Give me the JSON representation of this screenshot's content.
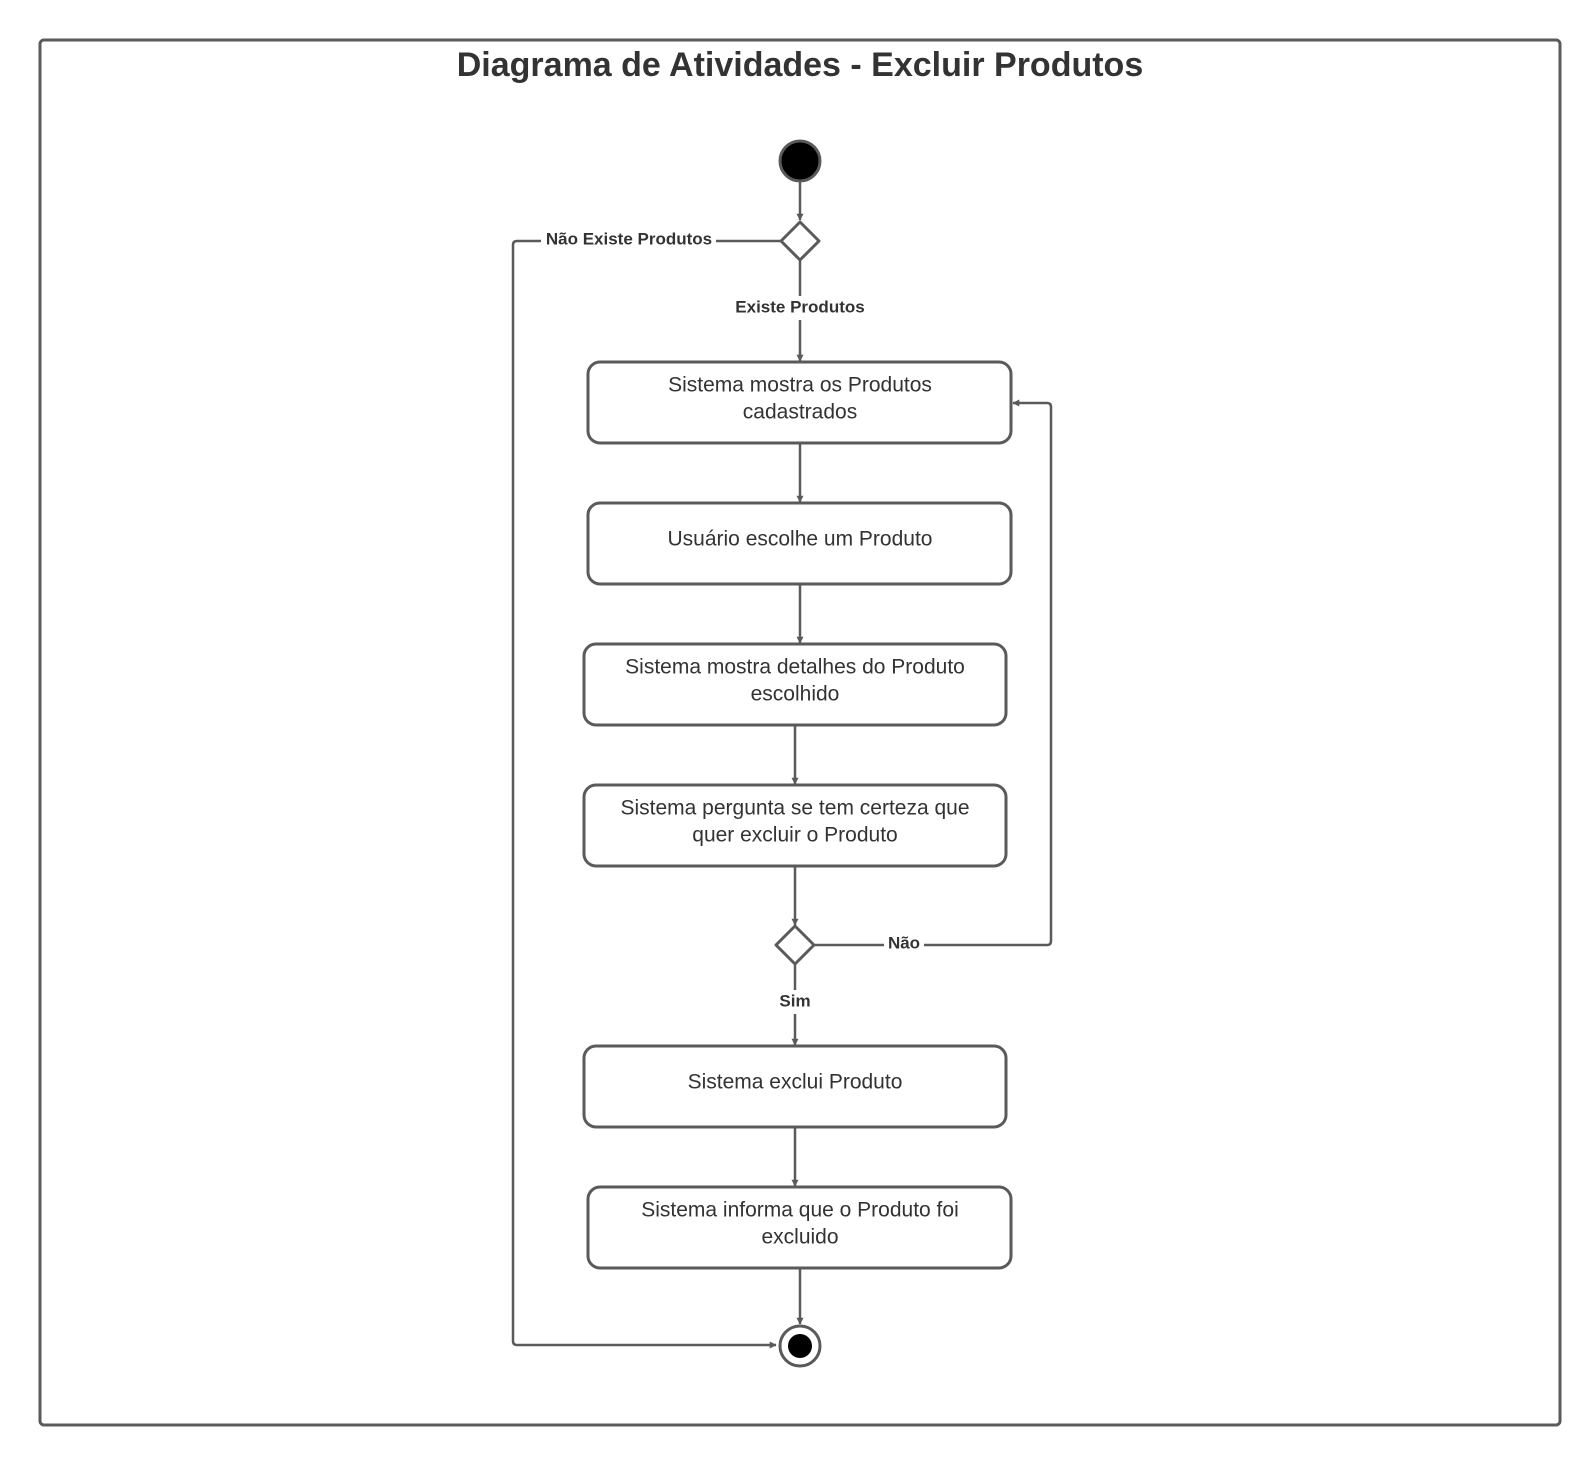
{
  "title": "Diagrama de Atividades - Excluir Produtos",
  "colors": {
    "stroke": "#5a5a5a",
    "text": "#333333",
    "fill": "#ffffff",
    "initial": "#000000"
  },
  "activities": [
    {
      "id": "mostra-produtos",
      "lines": [
        "Sistema mostra os Produtos",
        "cadastrados"
      ]
    },
    {
      "id": "escolhe-produto",
      "lines": [
        "Usuário escolhe um Produto"
      ]
    },
    {
      "id": "mostra-detalhes",
      "lines": [
        "Sistema mostra detalhes do Produto",
        "escolhido"
      ]
    },
    {
      "id": "pergunta-certeza",
      "lines": [
        "Sistema pergunta se tem certeza que",
        "quer excluir o Produto"
      ]
    },
    {
      "id": "exclui-produto",
      "lines": [
        "Sistema exclui Produto"
      ]
    },
    {
      "id": "informa-excluido",
      "lines": [
        "Sistema informa que o Produto foi",
        "excluido"
      ]
    }
  ],
  "edge_labels": {
    "nao_existe": "Não Existe Produtos",
    "existe": "Existe Produtos",
    "nao": "Não",
    "sim": "Sim"
  }
}
